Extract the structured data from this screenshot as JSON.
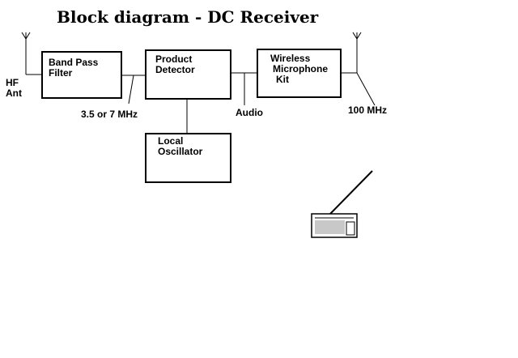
{
  "title": "Block diagram - DC Receiver",
  "blocks": {
    "band_pass_filter": [
      "Band Pass",
      "Filter"
    ],
    "product_detector": [
      "Product",
      "Detector"
    ],
    "wireless_kit": [
      "Wireless",
      "Microphone",
      "Kit"
    ],
    "local_oscillator": [
      "Local",
      "Oscillator"
    ]
  },
  "labels": {
    "hf_ant": [
      "HF",
      "Ant"
    ],
    "freq_in": "3.5 or 7 MHz",
    "audio": "Audio",
    "freq_out": "100 MHz"
  },
  "icons": {
    "antennas": [
      "hf-antenna-icon",
      "vhf-antenna-icon"
    ],
    "radio": "fm-radio-icon"
  }
}
